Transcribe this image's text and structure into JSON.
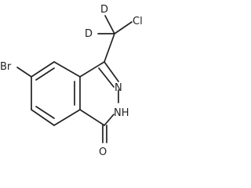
{
  "molecule": {
    "atoms": {
      "bromine": "Br",
      "chlorine": "Cl",
      "deuterium_1": "D",
      "deuterium_2": "D",
      "nitrogen": "N",
      "nh": "NH",
      "oxygen": "O"
    }
  }
}
